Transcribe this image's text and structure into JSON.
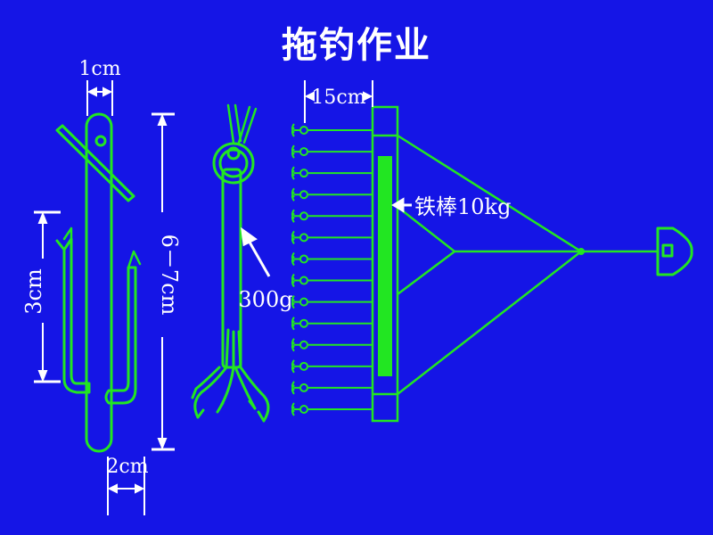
{
  "title": "拖钓作业",
  "colors": {
    "background": "#1515e6",
    "line": "#22e622",
    "text": "#ffffff"
  },
  "hook": {
    "width_label": "1cm",
    "barb_height_label": "3cm",
    "length_label": "6－7cm",
    "gap_label": "2cm"
  },
  "lure": {
    "weight_label": "300g"
  },
  "rig": {
    "spacing_label": "15cm",
    "bar_label": "铁棒10kg",
    "hook_count": 14
  }
}
